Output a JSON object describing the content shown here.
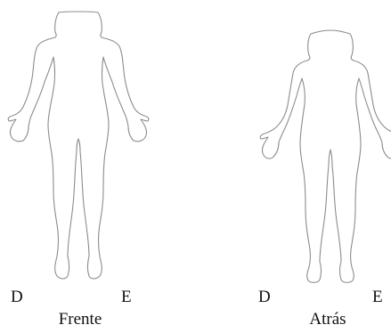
{
  "figures": [
    {
      "caption": "Frente",
      "left_label": "D",
      "right_label": "E"
    },
    {
      "caption": "Atrás",
      "left_label": "D",
      "right_label": "E"
    }
  ],
  "colors": {
    "outline": "#8c8c8c",
    "text": "#111111",
    "background": "#ffffff"
  }
}
